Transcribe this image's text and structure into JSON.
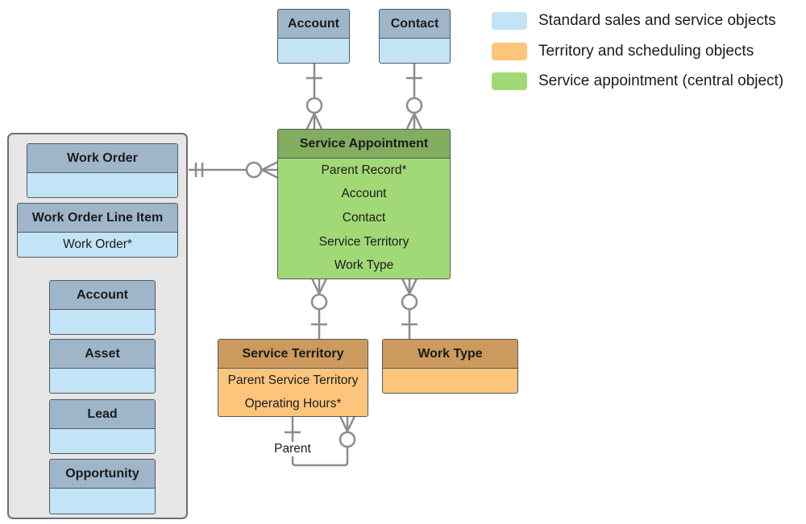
{
  "colors": {
    "standard_fill": "#c3e3f6",
    "standard_header": "#9fb5c8",
    "territory_fill": "#fdc57c",
    "territory_header": "#cc9a5c",
    "central_fill": "#a2d977",
    "central_header": "#83ad5e",
    "connector": "#8c8c8c"
  },
  "legend": [
    {
      "label": "Standard sales and service objects",
      "color": "#c3e3f6"
    },
    {
      "label": "Territory and scheduling objects",
      "color": "#fdc57c"
    },
    {
      "label": "Service appointment (central object)",
      "color": "#a2d977"
    }
  ],
  "entities": {
    "account_top": {
      "title": "Account",
      "fields": []
    },
    "contact_top": {
      "title": "Contact",
      "fields": []
    },
    "service_appointment": {
      "title": "Service Appointment",
      "fields": [
        "Parent Record*",
        "Account",
        "Contact",
        "Service Territory",
        "Work Type"
      ]
    },
    "work_order": {
      "title": "Work Order",
      "fields": []
    },
    "work_order_line_item": {
      "title": "Work Order Line Item",
      "fields": [
        "Work Order*"
      ]
    },
    "account_group": {
      "title": "Account",
      "fields": []
    },
    "asset": {
      "title": "Asset",
      "fields": []
    },
    "lead": {
      "title": "Lead",
      "fields": []
    },
    "opportunity": {
      "title": "Opportunity",
      "fields": []
    },
    "service_territory": {
      "title": "Service Territory",
      "fields": [
        "Parent Service Territory",
        "Operating Hours*"
      ]
    },
    "work_type": {
      "title": "Work Type",
      "fields": []
    }
  },
  "relationships": [
    {
      "from": "account_top",
      "to": "service_appointment",
      "from_end": "one",
      "to_end": "zero-or-many"
    },
    {
      "from": "contact_top",
      "to": "service_appointment",
      "from_end": "one",
      "to_end": "zero-or-many"
    },
    {
      "from": "parent_record_group",
      "to": "service_appointment",
      "from_end": "one-and-only-one",
      "to_end": "zero-or-many"
    },
    {
      "from": "service_territory",
      "to": "service_appointment",
      "from_end": "one",
      "to_end": "zero-or-many"
    },
    {
      "from": "work_type",
      "to": "service_appointment",
      "from_end": "one",
      "to_end": "zero-or-many"
    },
    {
      "from": "service_territory",
      "to": "service_territory",
      "from_end": "one",
      "to_end": "zero-or-many",
      "label": "Parent"
    }
  ]
}
